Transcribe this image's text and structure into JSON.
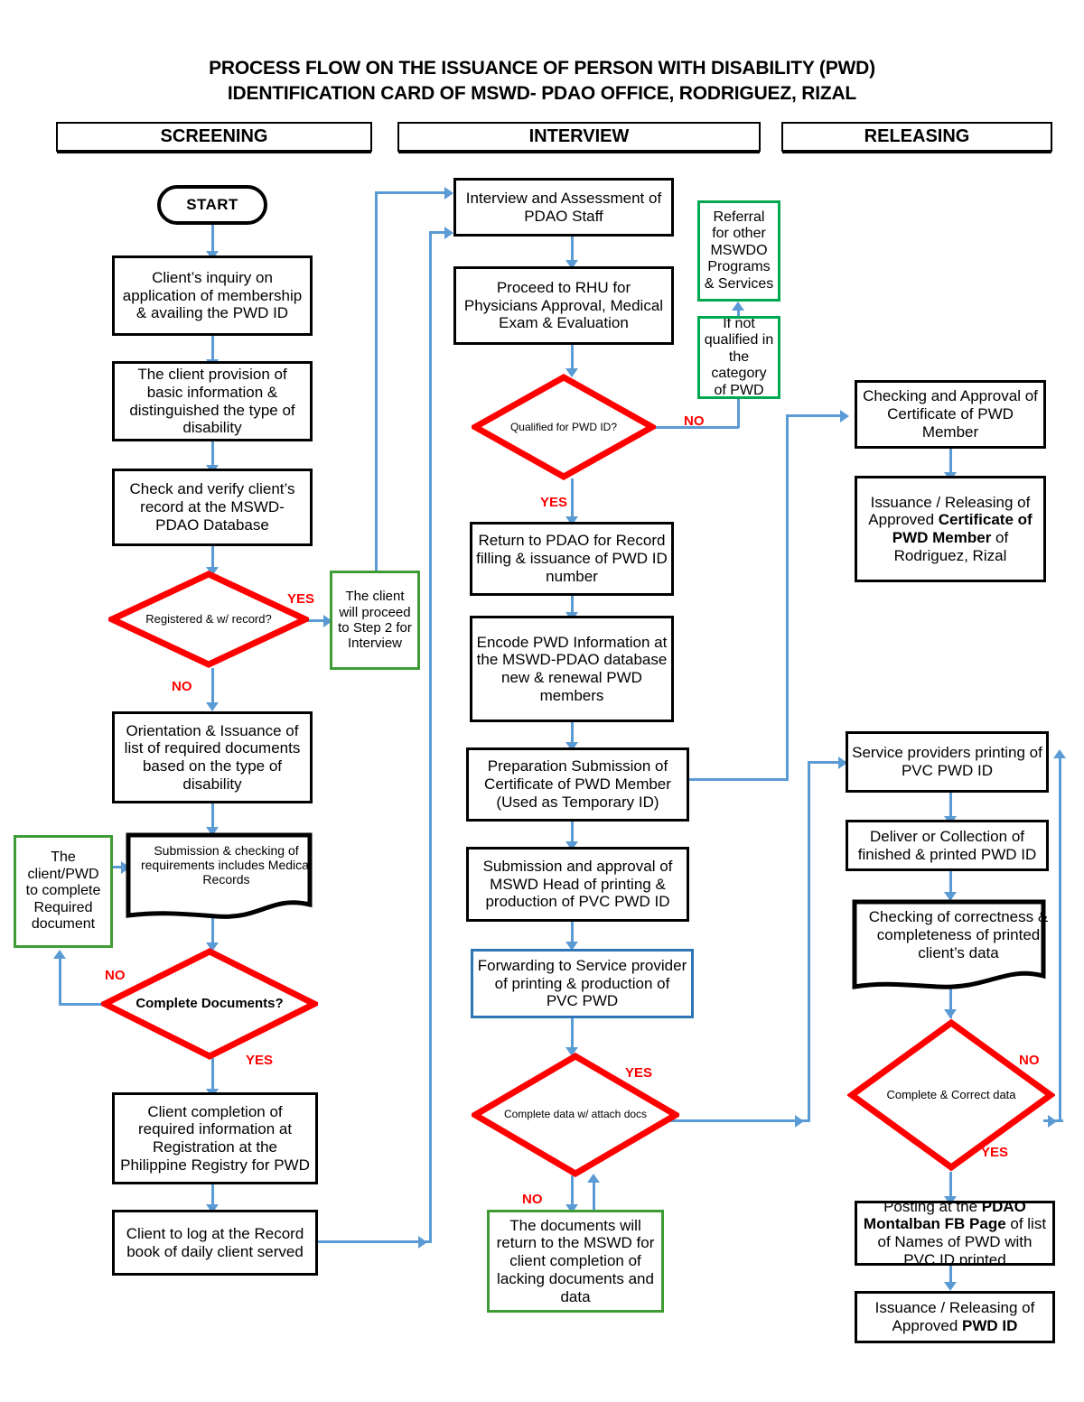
{
  "title": {
    "line1": "PROCESS FLOW ON THE ISSUANCE OF PERSON WITH DISABILITY (PWD)",
    "line2": "IDENTIFICATION CARD OF MSWD- PDAO OFFICE, RODRIGUEZ, RIZAL"
  },
  "phases": [
    {
      "label": "SCREENING"
    },
    {
      "label": "INTERVIEW"
    },
    {
      "label": "RELEASING"
    }
  ],
  "colors": {
    "connector": "#5b9bd5",
    "decision": "#ff0000",
    "green_box": "#3f9c35",
    "green_box2": "#00a84f",
    "blue_box": "#2e75b6",
    "black": "#000000"
  },
  "screening": {
    "start": "START",
    "inquiry": "Client’s inquiry on application of membership & availing the PWD ID",
    "provision": "The client provision of basic information & distinguished the type of disability",
    "verify": "Check and verify client’s record at the MSWD- PDAO Database",
    "registered_decision": "Registered & w/ record?",
    "registered_yes": "YES",
    "registered_no": "NO",
    "step2_note": "The client will proceed to Step 2 for Interview",
    "orientation": "Orientation & Issuance of list of required documents based on the type of disability",
    "submission": "Submission & checking of requirements includes Medical Records",
    "incomplete_note": "The client/PWD to complete Required document",
    "complete_docs_decision": "Complete Documents?",
    "complete_docs_no": "NO",
    "complete_docs_yes": "YES",
    "registration": "Client completion of required information at Registration at the Philippine Registry for PWD",
    "logbook": "Client to log at the Record book of daily client served"
  },
  "interview": {
    "assessment": "Interview and Assessment of PDAO Staff",
    "rhu": "Proceed to RHU for Physicians Approval, Medical Exam & Evaluation",
    "qualified_decision": "Qualified for PWD ID?",
    "qualified_no": "NO",
    "qualified_yes": "YES",
    "not_qualified_note": "If not qualified in the category of PWD",
    "referral_note": "Referral for other MSWDO Programs & Services",
    "return_pdao": "Return to PDAO for Record filling & issuance of PWD ID number",
    "encode": "Encode PWD Information at the MSWD-PDAO database new & renewal PWD members",
    "preparation": "Preparation Submission of Certificate of PWD Member (Used as Temporary ID)",
    "approval_head": "Submission and approval of MSWD Head of printing & production of PVC PWD ID",
    "forwarding": "Forwarding to Service provider of printing & production of PVC PWD",
    "complete_data_decision": "Complete data w/ attach docs",
    "complete_data_yes": "YES",
    "complete_data_no": "NO",
    "return_docs_note": "The documents will return to the MSWD for client completion of lacking documents and data"
  },
  "releasing": {
    "checking_approval": "Checking and Approval of Certificate of PWD Member",
    "issuance_certificate_l1": "Issuance / Releasing of",
    "issuance_certificate_l2": "Approved ",
    "issuance_certificate_b1": "Certificate of PWD Member",
    "issuance_certificate_l3": " of Rodriguez, Rizal",
    "printing": "Service providers printing of PVC PWD ID",
    "deliver": "Deliver or Collection of finished & printed PWD ID",
    "checking_correctness": "Checking of correctness & completeness of printed client’s data",
    "correct_decision": "Complete & Correct data",
    "correct_no": "NO",
    "correct_yes": "YES",
    "posting_l1": "Posting at the ",
    "posting_b1": "PDAO Montalban FB Page",
    "posting_l2": " of list of Names of PWD with PVC ID printed",
    "issuance_id_l1": "Issuance / Releasing of Approved ",
    "issuance_id_b1": "PWD ID"
  }
}
